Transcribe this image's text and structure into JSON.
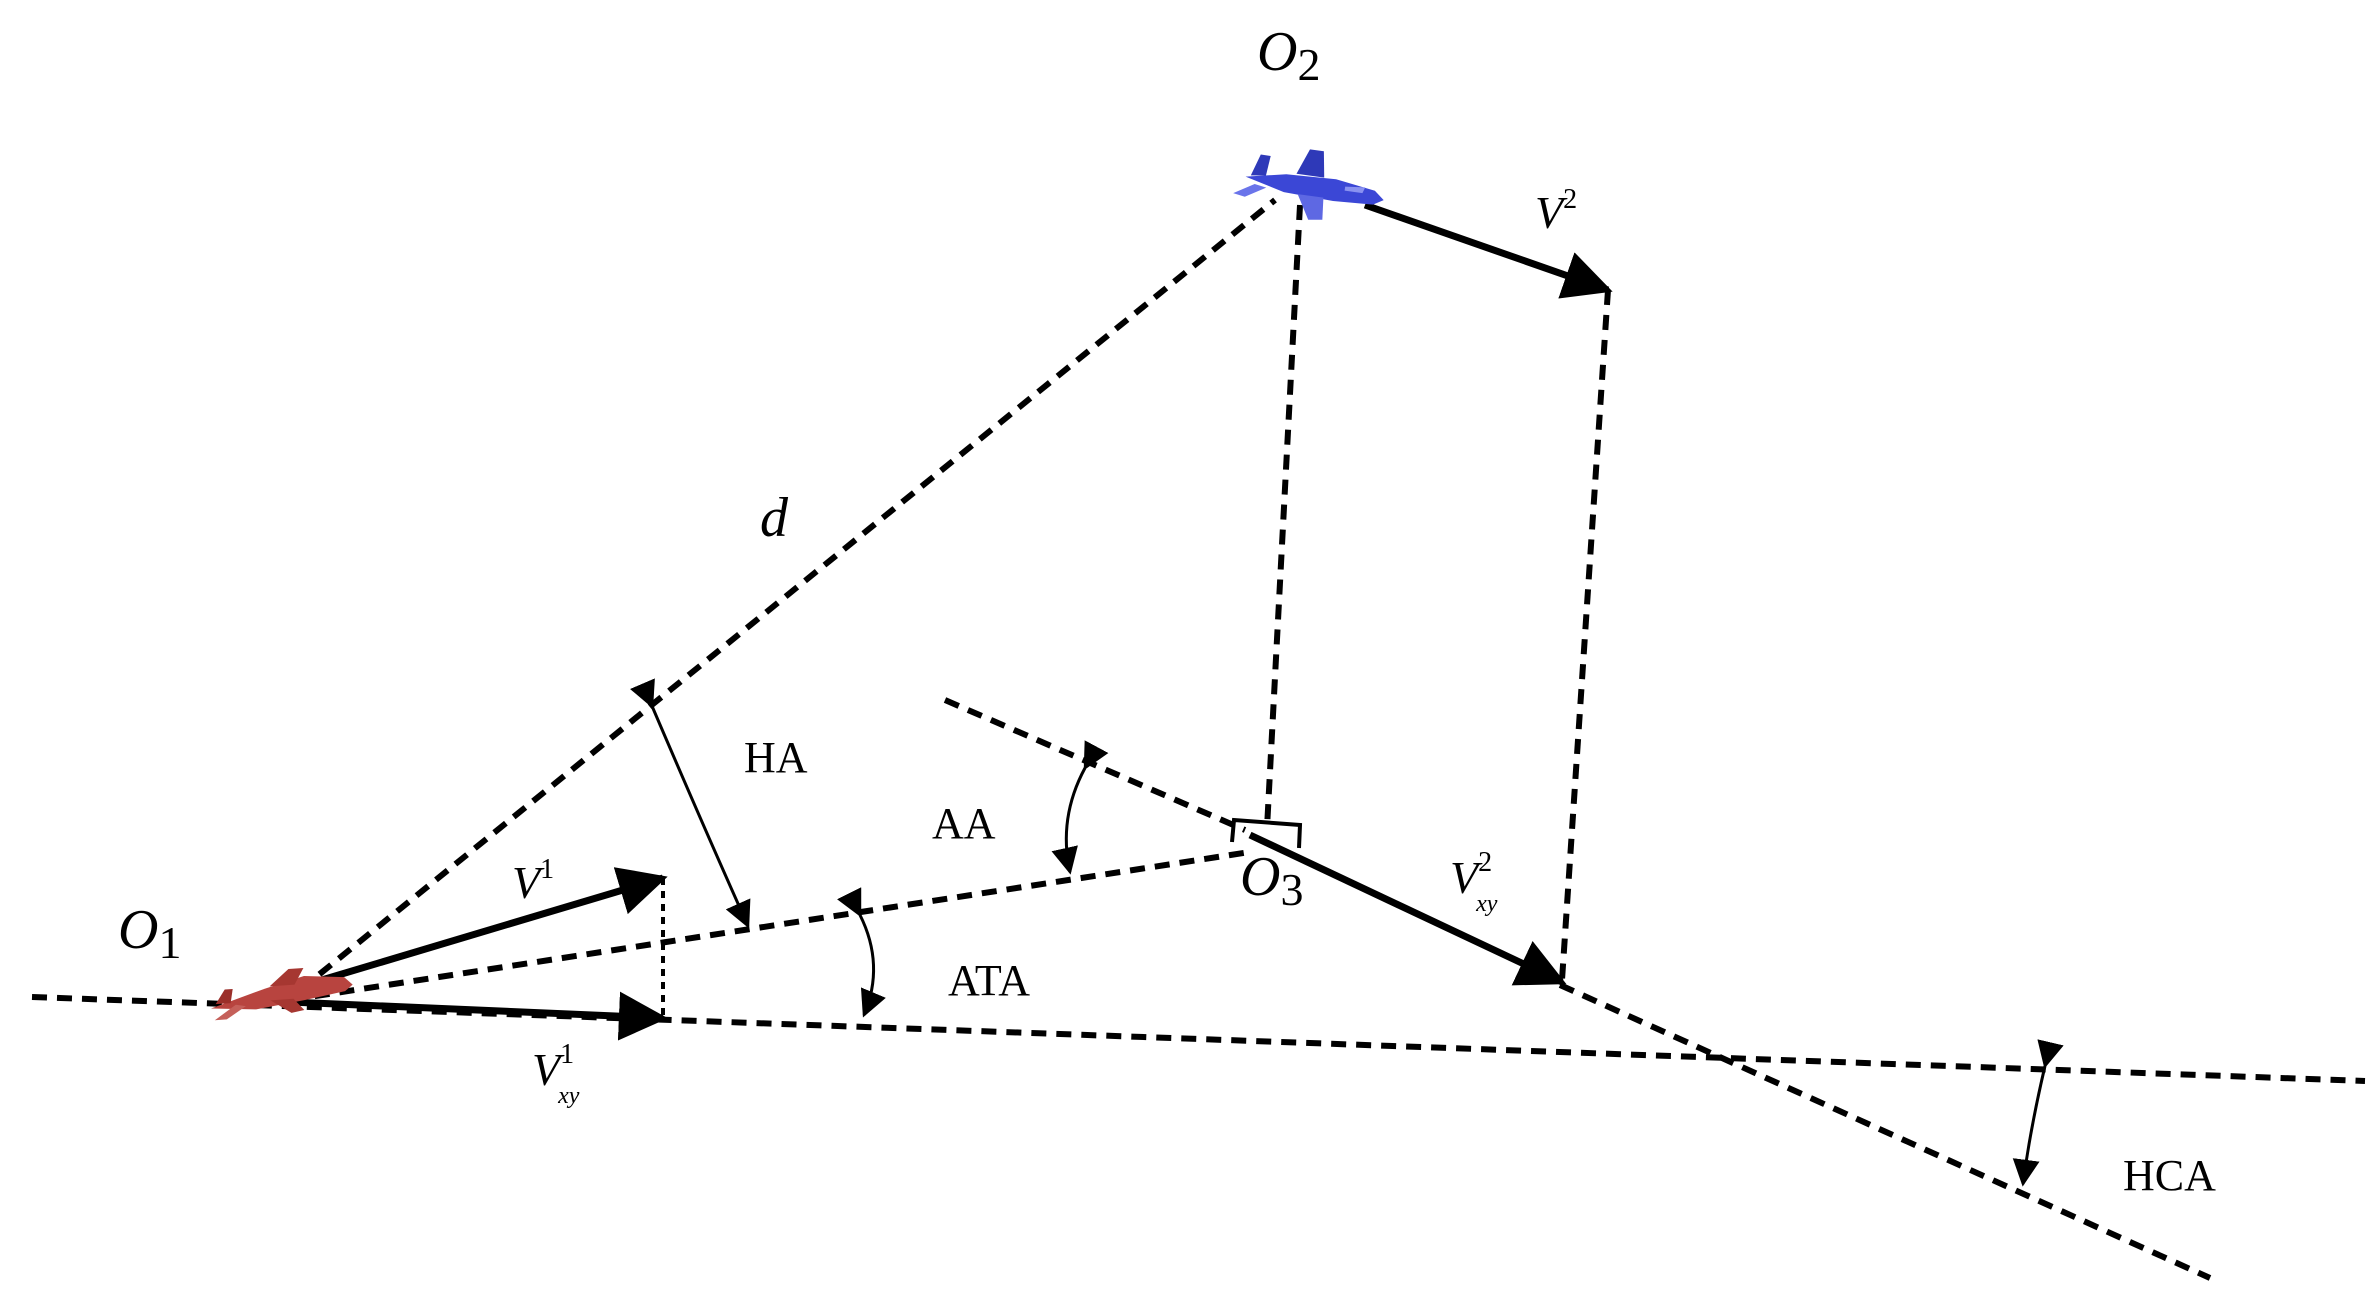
{
  "points": {
    "o1": {
      "base": "O",
      "sub": "1"
    },
    "o2": {
      "base": "O",
      "sub": "2"
    },
    "o3": {
      "base": "O",
      "sub": "3"
    }
  },
  "vectors": {
    "v1": {
      "base": "V",
      "sup": "1"
    },
    "v1xy": {
      "base": "V",
      "sup": "1",
      "sub": "xy"
    },
    "v2": {
      "base": "V",
      "sup": "2"
    },
    "v2xy": {
      "base": "V",
      "sup": "2",
      "sub": "xy"
    }
  },
  "distance": "d",
  "angles": {
    "ha": "HA",
    "aa": "AA",
    "ata": "ATA",
    "hca": "HCA"
  },
  "colors": {
    "aircraft_1": "#b8443f",
    "aircraft_2": "#3b47d6",
    "lines": "#000000"
  }
}
